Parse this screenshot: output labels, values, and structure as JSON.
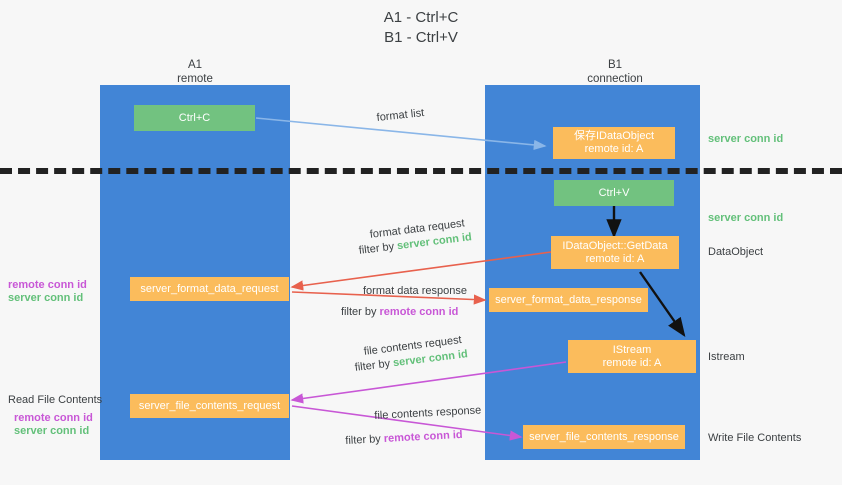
{
  "title": {
    "line1": "A1 - Ctrl+C",
    "line2": "B1 - Ctrl+V"
  },
  "lanes": [
    {
      "id": "a1",
      "title": "A1",
      "subtitle": "remote"
    },
    {
      "id": "b1",
      "title": "B1",
      "subtitle": "connection"
    }
  ],
  "nodes": {
    "ctrl_c": {
      "line1": "Ctrl+C",
      "line2": ""
    },
    "save_idataobject": {
      "line1": "保存IDataObject",
      "line2": "remote id: A"
    },
    "ctrl_v": {
      "line1": "Ctrl+V",
      "line2": ""
    },
    "getdata": {
      "line1": "IDataObject::GetData",
      "line2": "remote id: A"
    },
    "fmt_req": {
      "line1": "server_format_data_request",
      "line2": ""
    },
    "fmt_resp": {
      "line1": "server_format_data_response",
      "line2": ""
    },
    "istream": {
      "line1": "IStream",
      "line2": "remote id: A"
    },
    "file_req": {
      "line1": "server_file_contents_request",
      "line2": ""
    },
    "file_resp": {
      "line1": "server_file_contents_response",
      "line2": ""
    }
  },
  "edge_labels": {
    "format_list": "format list",
    "fmt_req_l1": "format data request",
    "fmt_req_l2_prefix": "filter by ",
    "fmt_req_l2_key": "server conn id",
    "fmt_resp_l1": "format data response",
    "fmt_resp_l2_prefix": "filter by ",
    "fmt_resp_l2_key": "remote conn id",
    "file_req_l1": "file contents request",
    "file_req_l2_prefix": "filter by ",
    "file_req_l2_key": "server conn id",
    "file_resp_l1": "file contents response",
    "file_resp_l2_prefix": "filter by ",
    "file_resp_l2_key": "remote conn id"
  },
  "side_labels": {
    "right_server_conn_1": "server conn id",
    "right_server_conn_2": "server conn id",
    "right_dataobject": "DataObject",
    "right_istream": "Istream",
    "right_write_file": "Write File Contents",
    "left_remote_conn_1": "remote conn id",
    "left_server_conn_1": "server conn id",
    "left_read_file": "Read File Contents",
    "left_remote_conn_2": "remote conn id",
    "left_server_conn_2": "server conn id"
  },
  "colors": {
    "lane": "#4285d6",
    "green_node": "#72c280",
    "orange_node": "#fbbc5c",
    "green_text": "#63c07a",
    "magenta_text": "#c857d6",
    "arrow_blue": "#8ab6e8",
    "arrow_red": "#e8614d",
    "arrow_magenta": "#c857d6",
    "arrow_black": "#111111",
    "background": "#f7f7f7",
    "text_dark": "#3c4043"
  }
}
